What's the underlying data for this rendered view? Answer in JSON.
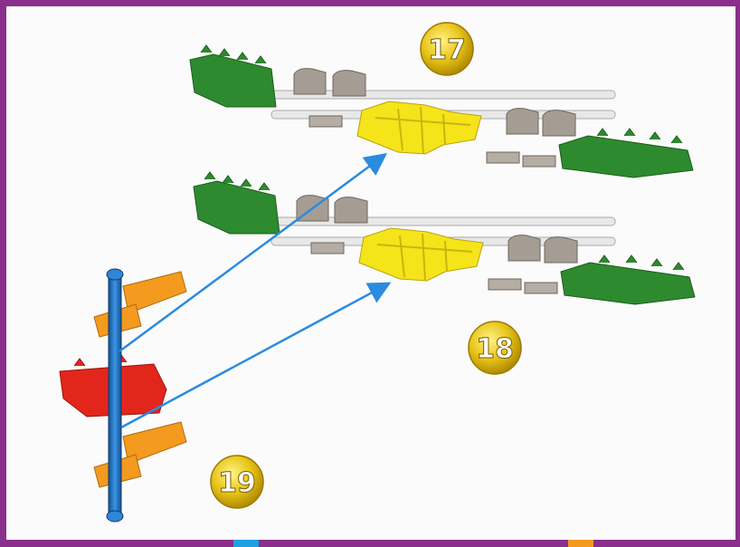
{
  "steps": [
    {
      "number": "17"
    },
    {
      "number": "18"
    },
    {
      "number": "19"
    }
  ],
  "colors": {
    "frame": "#8b2f8c",
    "green": "#2e8a2e",
    "gray": "#a59d93",
    "yellow": "#f5e41a",
    "orange": "#f39a1f",
    "red": "#e3261c",
    "blue_rod": "#2277c9",
    "arrow": "#2a8be0",
    "badge": "#e7c81a"
  }
}
